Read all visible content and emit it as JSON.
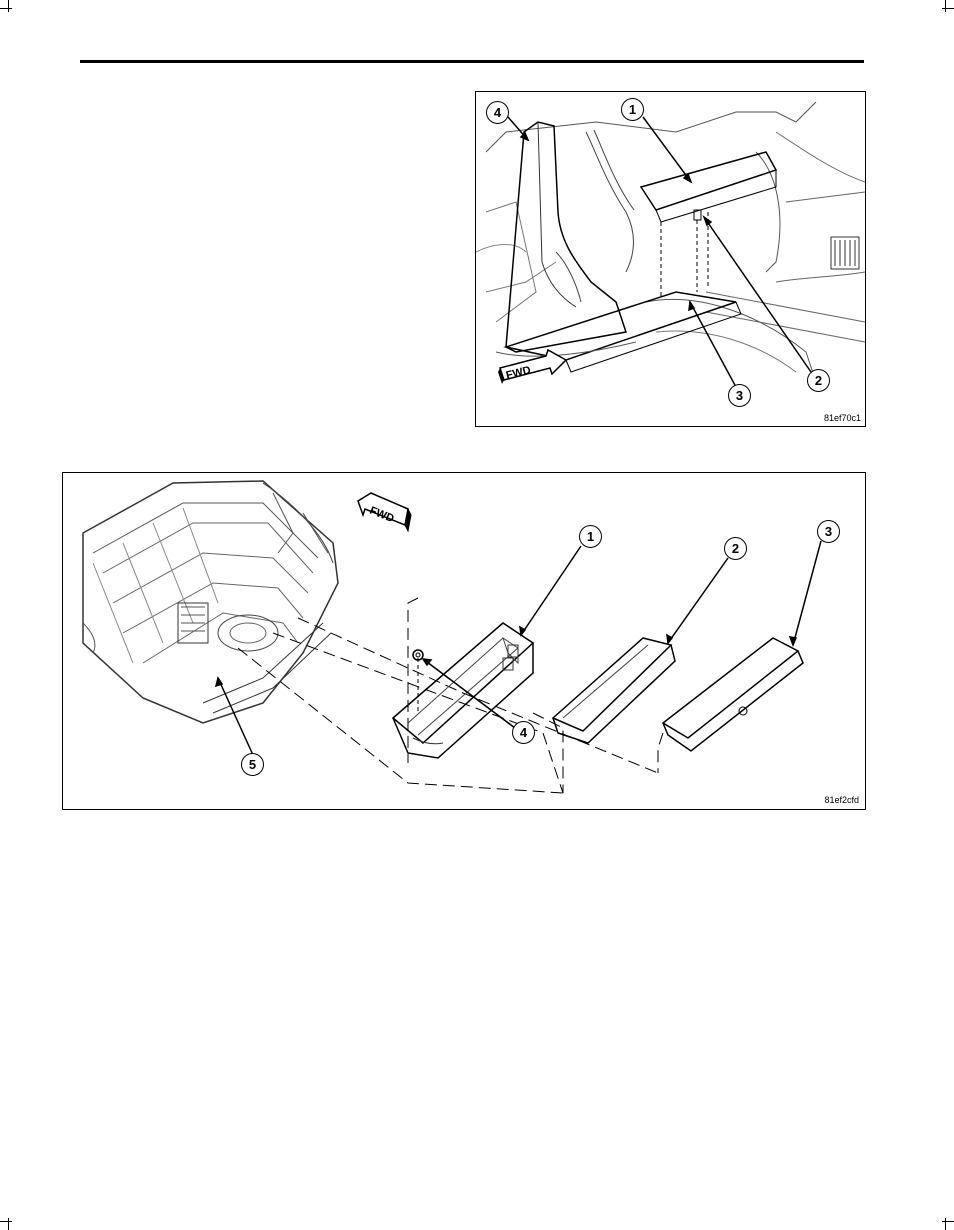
{
  "figures": [
    {
      "code": "81ef70c1",
      "callouts": [
        "1",
        "2",
        "3",
        "4"
      ],
      "direction_label": "FWD"
    },
    {
      "code": "81ef2cfd",
      "callouts": [
        "1",
        "2",
        "3",
        "4",
        "5"
      ],
      "direction_label": "FWD"
    }
  ]
}
